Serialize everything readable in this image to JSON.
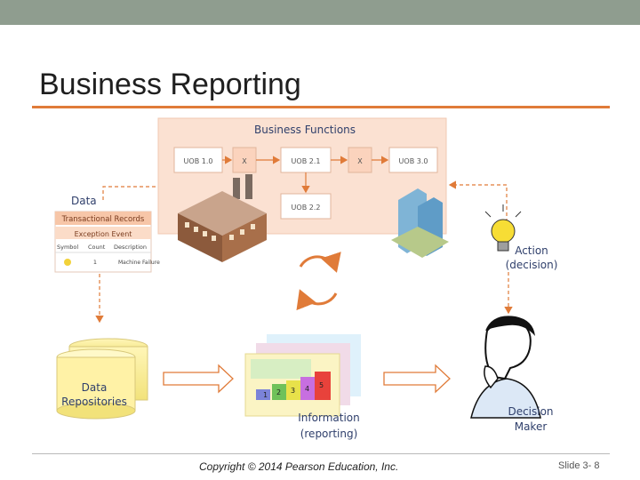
{
  "slide": {
    "title": "Business Reporting",
    "copyright": "Copyright © 2014 Pearson Education, Inc.",
    "slide_number": "Slide 3- 8"
  },
  "diagram": {
    "business_functions": {
      "title": "Business Functions",
      "units": [
        "UOB 1.0",
        "X",
        "UOB 2.1",
        "X",
        "UOB 3.0",
        "UOB 2.2"
      ]
    },
    "data": {
      "label": "Data",
      "table_title": "Transactional Records",
      "table_subtitle": "Exception Event",
      "columns": [
        "Symbol",
        "Count",
        "Description"
      ],
      "row": [
        "1",
        "Machine Failure"
      ]
    },
    "repositories": {
      "line1": "Data",
      "line2": "Repositories"
    },
    "information": {
      "line1": "Information",
      "line2": "(reporting)",
      "blocks": [
        "1",
        "2",
        "3",
        "4",
        "5"
      ]
    },
    "action": {
      "line1": "Action",
      "line2": "(decision)"
    },
    "decision_maker": {
      "line1": "Decision",
      "line2": "Maker"
    }
  }
}
